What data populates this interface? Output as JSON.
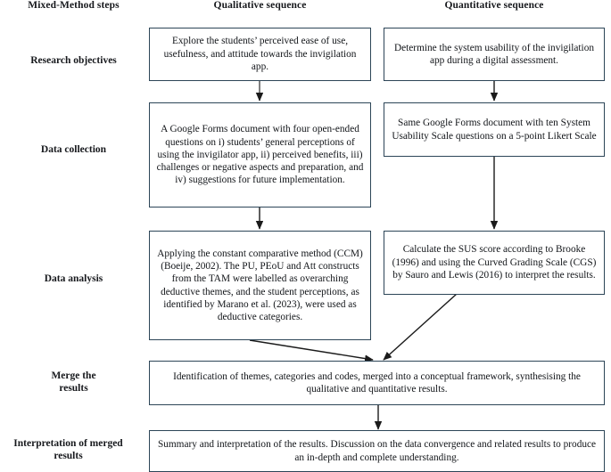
{
  "headers": {
    "steps": "Mixed-Method steps",
    "qualitative": "Qualitative sequence",
    "quantitative": "Quantitative sequence"
  },
  "row_labels": [
    {
      "id": "research-objectives",
      "text": "Research objectives"
    },
    {
      "id": "data-collection",
      "text": "Data collection"
    },
    {
      "id": "data-analysis",
      "text": "Data analysis"
    },
    {
      "id": "merge-the-results",
      "text": "Merge the\nresults"
    },
    {
      "id": "interpretation-of-merged-results",
      "text": "Interpretation of merged\nresults"
    }
  ],
  "nodes": {
    "qual_objectives": "Explore the students’ perceived ease of use, usefulness, and attitude towards the invigilation app.",
    "quant_objectives": "Determine the system usability of the invigilation app during a digital assessment.",
    "qual_collection": "A Google Forms document with four open-ended questions on i) students’ general perceptions of using the invigilator app, ii) perceived benefits, iii) challenges or negative aspects and preparation, and iv) suggestions for future implementation.",
    "quant_collection": "Same Google Forms document with ten System Usability Scale questions on a 5-point Likert Scale",
    "qual_analysis": "Applying the constant comparative method (CCM) (Boeije, 2002). The PU, PEoU and Att constructs from the TAM were labelled as overarching deductive themes, and the student perceptions, as identified by Marano et al. (2023), were used as deductive categories.",
    "quant_analysis": "Calculate the SUS score according to Brooke (1996) and using the Curved Grading Scale (CGS) by Sauro and Lewis (2016) to interpret the results.",
    "merge": "Identification of themes, categories and codes, merged into a conceptual framework, synthesising the qualitative and quantitative results.",
    "interpretation": "Summary and interpretation of the results. Discussion on the data convergence and related results to produce an in-depth and complete understanding."
  },
  "colors": {
    "box_border": "#2c4557",
    "arrow": "#1b1b1b",
    "text": "#111418",
    "background": "#ffffff"
  }
}
